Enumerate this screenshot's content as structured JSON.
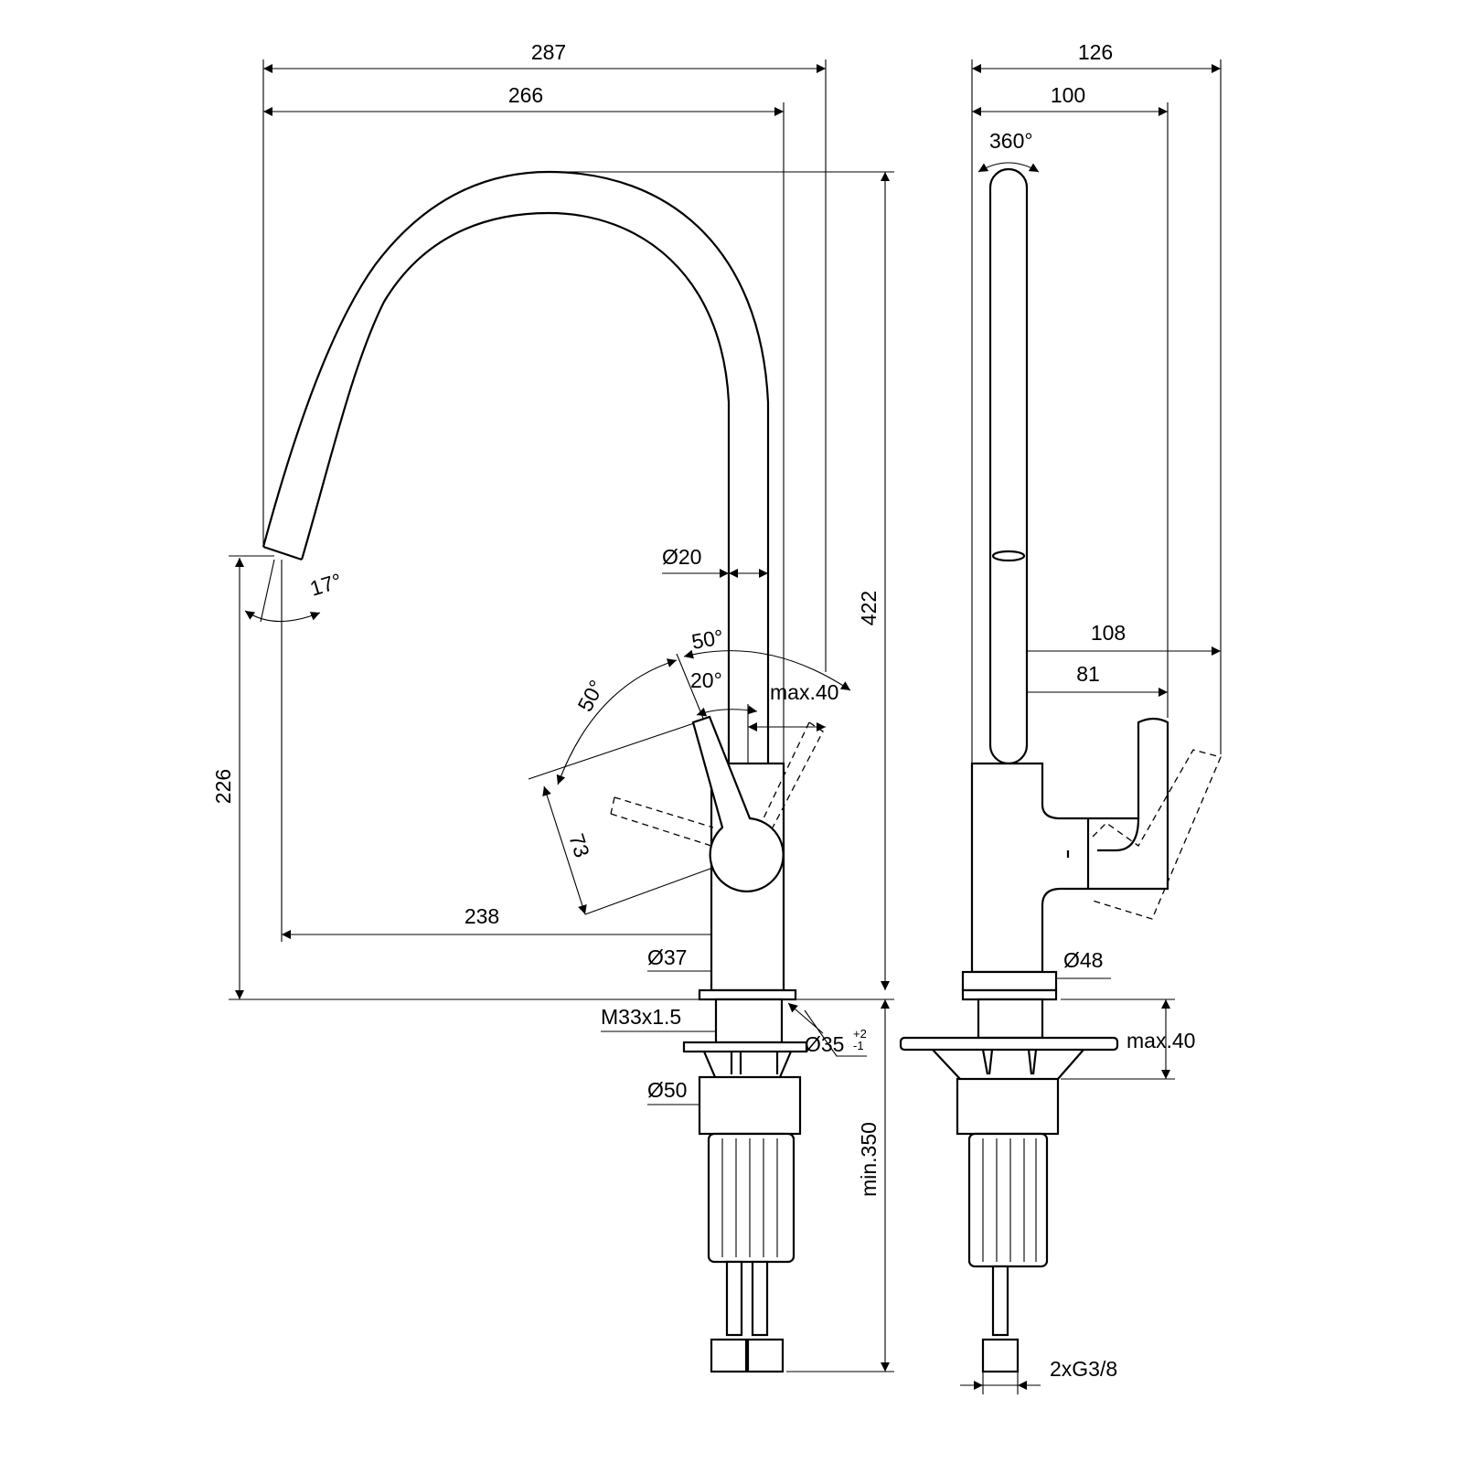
{
  "front_view": {
    "dim_overall_width": "287",
    "dim_spout_reach_width": "266",
    "dim_total_height": "422",
    "dim_spout_height": "226",
    "dim_spout_angle": "17°",
    "dim_spout_diameter": "Ø20",
    "dim_lever_angle_left": "50°",
    "dim_lever_angle_top": "50°",
    "dim_lever_angle_small": "20°",
    "dim_lever_clearance": "max.40",
    "dim_lever_length": "73",
    "dim_spout_projection": "238",
    "dim_body_diameter": "Ø37",
    "dim_thread": "M33x1.5",
    "dim_hole_diameter": "Ø35",
    "dim_hole_tol_plus": "+2",
    "dim_hole_tol_minus": "-1",
    "dim_nut_diameter": "Ø50",
    "dim_min_hose": "min.350"
  },
  "side_view": {
    "dim_overall_depth": "126",
    "dim_spout_depth": "100",
    "dim_rotation": "360°",
    "dim_lever_depth_max": "108",
    "dim_lever_depth": "81",
    "dim_base_diameter": "Ø48",
    "dim_deck_thickness": "max.40",
    "dim_connections": "2xG3/8"
  }
}
